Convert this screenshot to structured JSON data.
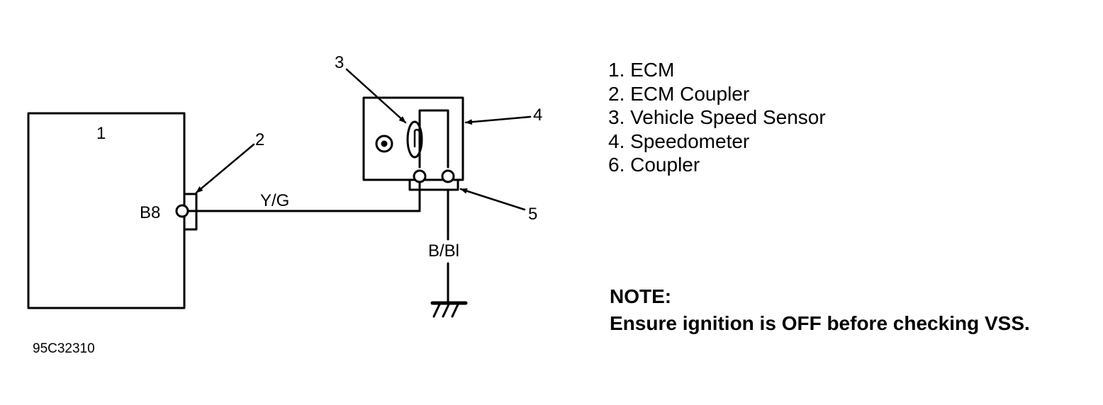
{
  "callouts": {
    "ecm": "1",
    "ecm_coupler": "2",
    "vss": "3",
    "speedometer": "4",
    "connector": "5"
  },
  "pin_label": "B8",
  "wires": {
    "signal": "Y/G",
    "ground": "B/Bl"
  },
  "legend": [
    "1. ECM",
    "2. ECM Coupler",
    "3. Vehicle Speed Sensor",
    "4. Speedometer",
    "6. Coupler"
  ],
  "note": {
    "title": "NOTE:",
    "text": "Ensure ignition is OFF before checking VSS."
  },
  "figure_id": "95C32310"
}
